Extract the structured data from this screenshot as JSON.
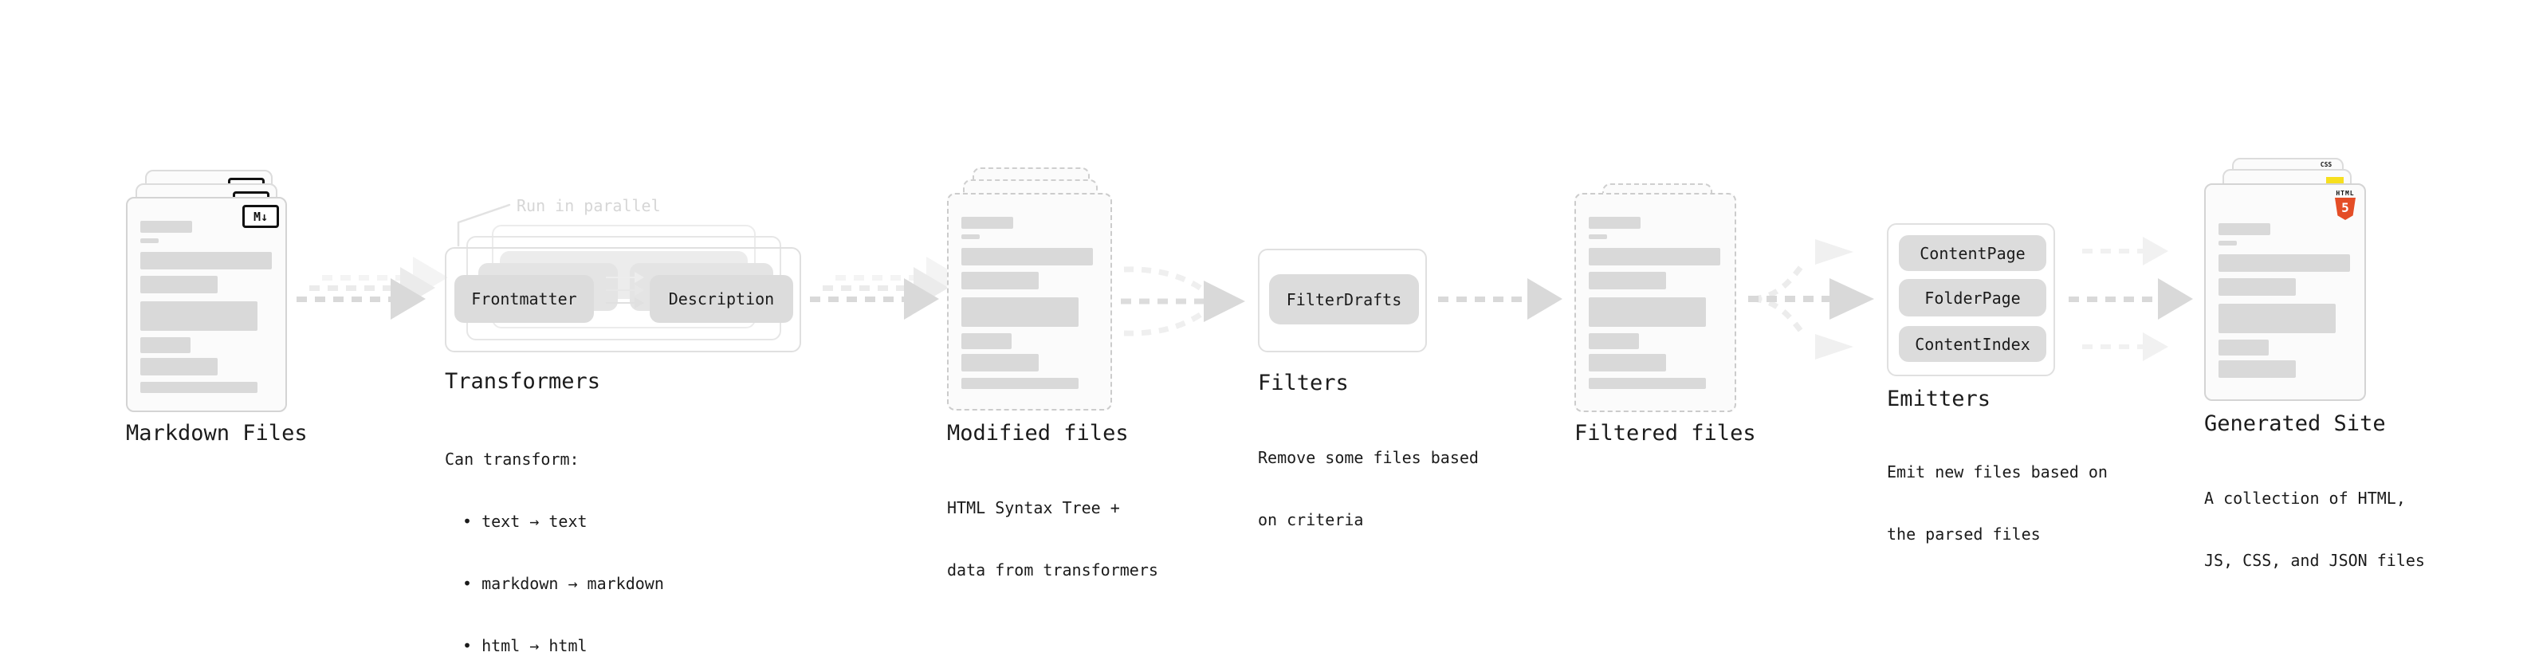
{
  "palette": {
    "background": "#ffffff",
    "card_border": "#d4d4d4",
    "dashed_border": "#cccccc",
    "skeleton_bar": "#d9d9d9",
    "node_fill": "#dcdcdc",
    "group_border": "#e0e0e0",
    "arrow_main": "#d9d9d9",
    "arrow_light": "#ebebeb",
    "arrow_lighter": "#f4f4f4",
    "text": "#1b1b1b",
    "note_text": "#d6d6d6",
    "html5_orange": "#e44d26",
    "js_yellow": "#f7df1e",
    "css_blue": "#2b66f5"
  },
  "stages": {
    "markdown_files": {
      "label": "Markdown Files",
      "badge": "M↓"
    },
    "transformers": {
      "label": "Transformers",
      "note": "Run in parallel",
      "node_left": "Frontmatter",
      "node_right": "Description",
      "desc_title": "Can transform:",
      "bullets": [
        "• text → text",
        "• markdown → markdown",
        "• html → html"
      ]
    },
    "modified_files": {
      "label": "Modified files",
      "desc": [
        "HTML Syntax Tree +",
        "data from transformers"
      ]
    },
    "filters": {
      "label": "Filters",
      "node": "FilterDrafts",
      "desc": [
        "Remove some files based",
        "on criteria"
      ]
    },
    "filtered_files": {
      "label": "Filtered files"
    },
    "emitters": {
      "label": "Emitters",
      "nodes": [
        "ContentPage",
        "FolderPage",
        "ContentIndex"
      ],
      "desc": [
        "Emit new files based on",
        "the parsed files"
      ]
    },
    "generated_site": {
      "label": "Generated Site",
      "badge_html5_text": "HTML",
      "badge_html5_number": "5",
      "badge_css": "CSS",
      "desc": [
        "A collection of HTML,",
        "JS, CSS, and JSON files"
      ]
    }
  }
}
